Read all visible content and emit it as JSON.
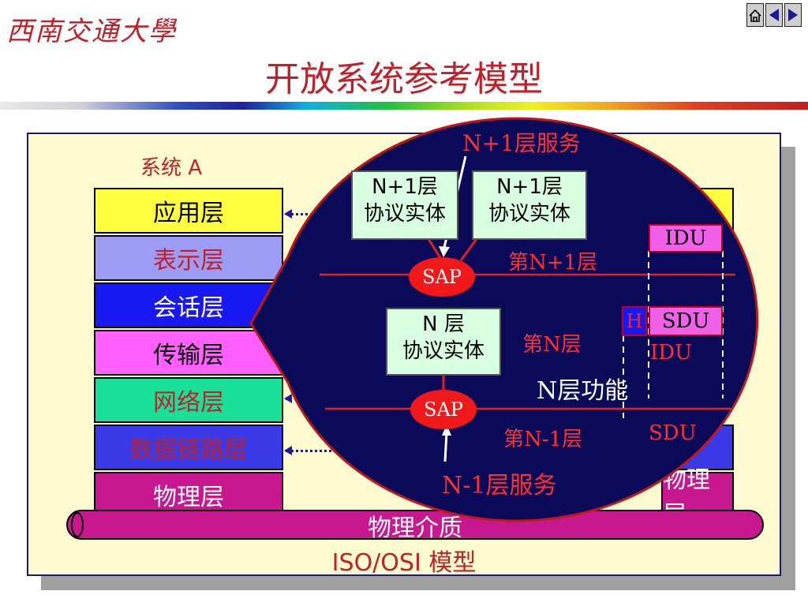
{
  "header": {
    "logo_text": "西南交通大學",
    "title": "开放系统参考模型"
  },
  "nav_buttons": [
    {
      "name": "home-icon"
    },
    {
      "name": "prev-arrow-icon"
    },
    {
      "name": "next-arrow-icon"
    }
  ],
  "system_a": {
    "label": "系统 A",
    "layers": [
      {
        "label": "应用层",
        "bg": "#ffff40",
        "color": "#000000"
      },
      {
        "label": "表示层",
        "bg": "#9c9cf4",
        "color": "#c0202a"
      },
      {
        "label": "会话层",
        "bg": "#1818f0",
        "color": "#ffffff"
      },
      {
        "label": "传输层",
        "bg": "#ff60ff",
        "color": "#000000"
      },
      {
        "label": "网络层",
        "bg": "#18e098",
        "color": "#c0202a"
      },
      {
        "label": "数据链路层",
        "bg": "#3a3ae8",
        "color": "#c0202a"
      },
      {
        "label": "物理层",
        "bg": "#c81890",
        "color": "#ffffff"
      }
    ]
  },
  "system_b": {
    "physical_label": "物理层"
  },
  "medium": {
    "label": "物理介质"
  },
  "model_caption": "ISO/OSI 模型",
  "bubble": {
    "service_top": "N+1层服务",
    "entity_top_left": {
      "line1": "N+1层",
      "line2": "协议实体"
    },
    "entity_top_right": {
      "line1": "N+1层",
      "line2": "协议实体"
    },
    "sap_top": "SAP",
    "layer_n_plus_1": "第N+1层",
    "entity_mid": {
      "line1": "N 层",
      "line2": "协议实体"
    },
    "layer_n": "第N层",
    "n_function": "N层功能",
    "sap_bottom": "SAP",
    "layer_n_minus_1": "第N-1层",
    "service_bottom": "N-1层服务",
    "idu_top": "IDU",
    "header_h": "H",
    "sdu_top": "SDU",
    "idu_bottom": "IDU",
    "sdu_bottom": "SDU"
  }
}
